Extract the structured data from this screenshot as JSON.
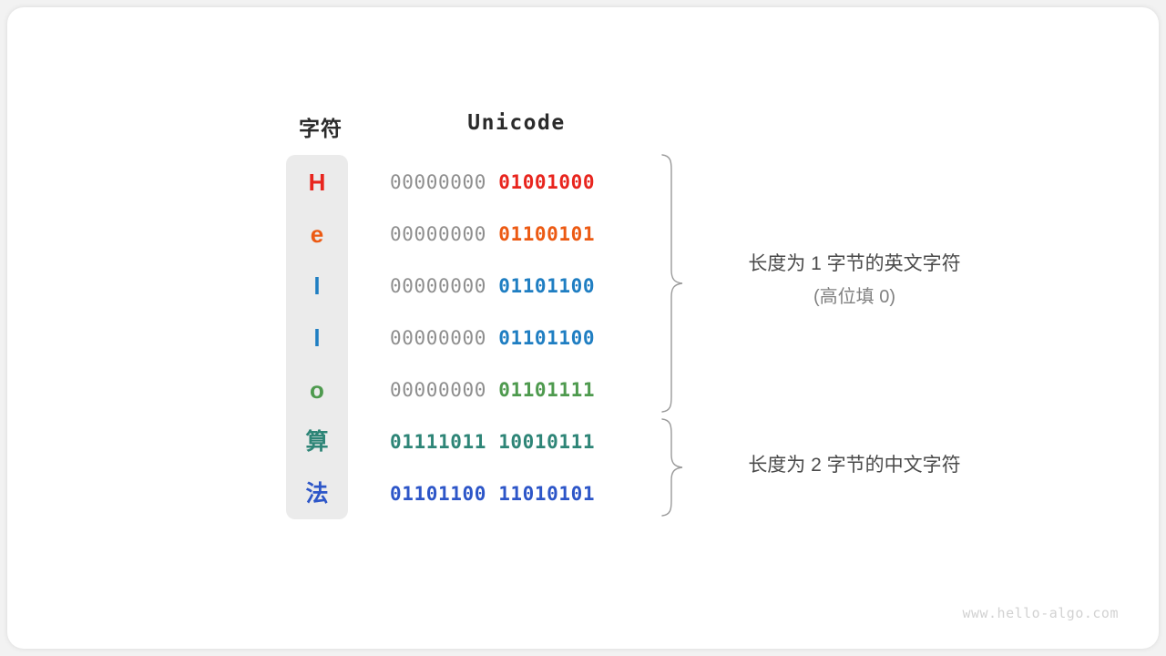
{
  "table": {
    "headers": {
      "char": "字符",
      "unicode": "Unicode"
    },
    "rows": [
      {
        "char": "H",
        "color": "#e8251e",
        "pad": "00000000 ",
        "value": "01001000"
      },
      {
        "char": "e",
        "color": "#ec5a13",
        "pad": "00000000 ",
        "value": "01100101"
      },
      {
        "char": "l",
        "color": "#1f7ec2",
        "pad": "00000000 ",
        "value": "01101100"
      },
      {
        "char": "l",
        "color": "#1f7ec2",
        "pad": "00000000 ",
        "value": "01101100"
      },
      {
        "char": "o",
        "color": "#4e9a4e",
        "pad": "00000000 ",
        "value": "01101111"
      },
      {
        "char": "算",
        "color": "#2e8577",
        "pad": "",
        "value": "01111011 10010111"
      },
      {
        "char": "法",
        "color": "#2d56c8",
        "pad": "",
        "value": "01101100 11010101"
      }
    ]
  },
  "annotations": {
    "english": {
      "line1": "长度为 1 字节的英文字符",
      "line2": "(高位填 0)"
    },
    "chinese": {
      "line1": "长度为 2 字节的中文字符"
    }
  },
  "watermark": "www.hello-algo.com",
  "colors": {
    "strip_background": "#ebebeb",
    "pad_text": "#8e8e8e",
    "brace": "#9a9a9a",
    "annotation_text": "#4a4a4a",
    "page_background": "#f2f2f2",
    "card_background": "#ffffff"
  }
}
